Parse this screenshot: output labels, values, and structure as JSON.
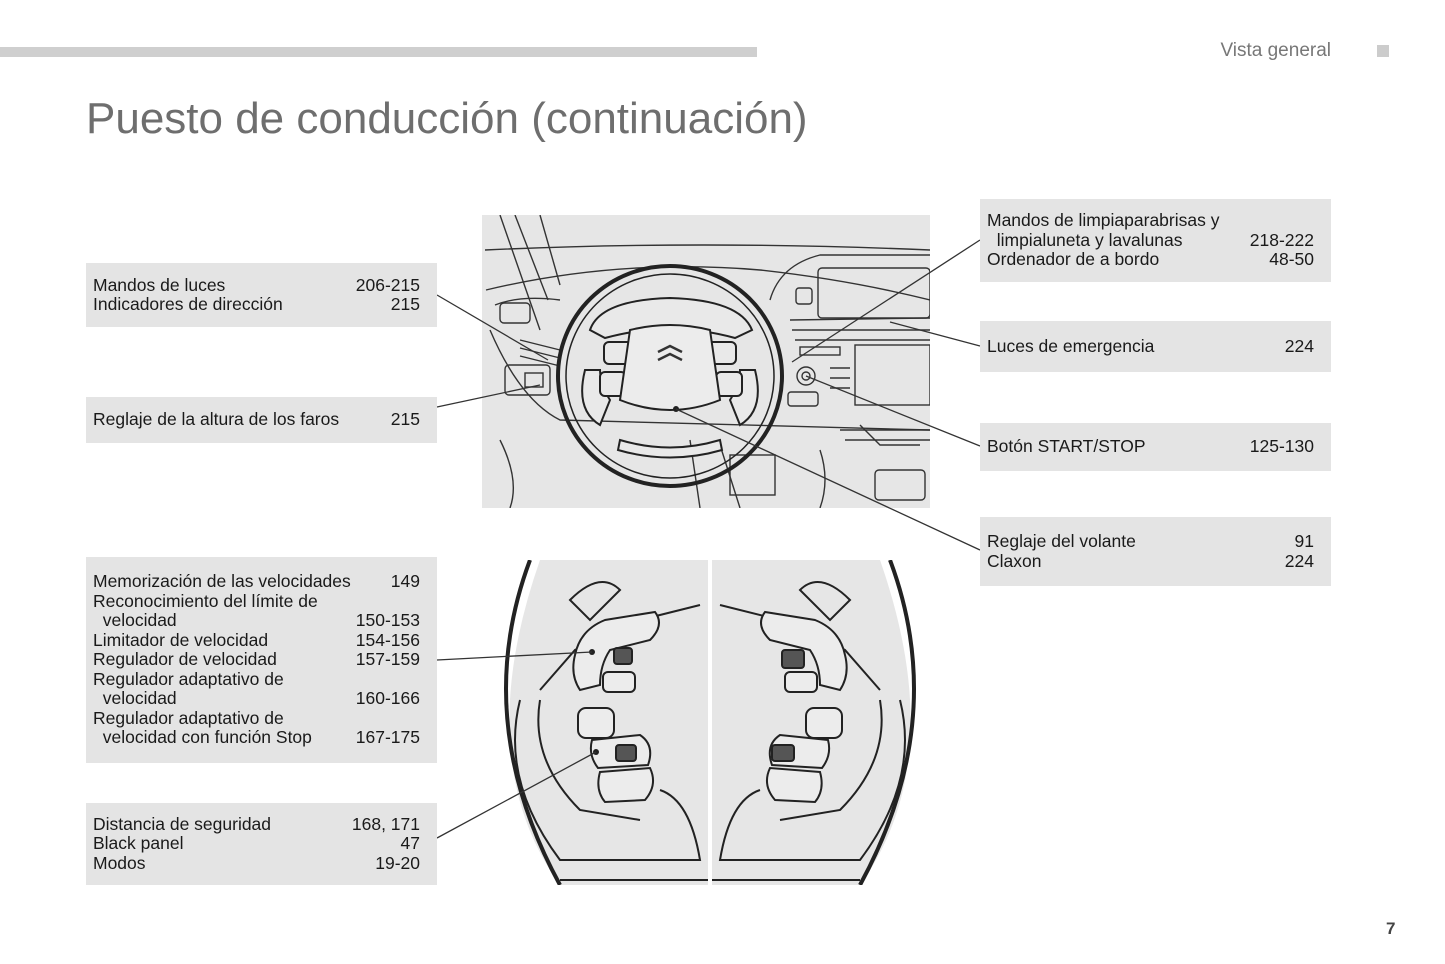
{
  "header": {
    "section": "Vista general"
  },
  "title": "Puesto de conducción (continuación)",
  "left_boxes": [
    {
      "rows": [
        {
          "label": "Mandos de luces",
          "page": "206-215"
        },
        {
          "label": "Indicadores de dirección",
          "page": "215"
        }
      ]
    },
    {
      "rows": [
        {
          "label": "Reglaje de la altura de los faros",
          "page": "215"
        }
      ]
    },
    {
      "rows": [
        {
          "label": "Memorización de las velocidades",
          "page": "149"
        },
        {
          "label": "Reconocimiento del límite de",
          "page": ""
        },
        {
          "label": "  velocidad",
          "page": "150-153"
        },
        {
          "label": "Limitador de velocidad",
          "page": "154-156"
        },
        {
          "label": "Regulador de velocidad",
          "page": "157-159"
        },
        {
          "label": "Regulador adaptativo de",
          "page": ""
        },
        {
          "label": "  velocidad",
          "page": "160-166"
        },
        {
          "label": "Regulador adaptativo de",
          "page": ""
        },
        {
          "label": "  velocidad con función Stop",
          "page": "167-175"
        }
      ]
    },
    {
      "rows": [
        {
          "label": "Distancia de seguridad",
          "page": "168, 171"
        },
        {
          "label": "Black panel",
          "page": "47"
        },
        {
          "label": "Modos",
          "page": "19-20"
        }
      ]
    }
  ],
  "right_boxes": [
    {
      "rows": [
        {
          "label": "Mandos de limpiaparabrisas y",
          "page": ""
        },
        {
          "label": "  limpialuneta y lavalunas",
          "page": "218-222"
        },
        {
          "label": "Ordenador de a bordo",
          "page": "48-50"
        }
      ]
    },
    {
      "rows": [
        {
          "label": "Luces de emergencia",
          "page": "224"
        }
      ]
    },
    {
      "rows": [
        {
          "label": "Botón START/STOP",
          "page": "125-130"
        }
      ]
    },
    {
      "rows": [
        {
          "label": "Reglaje del volante",
          "page": "91"
        },
        {
          "label": "Claxon",
          "page": "224"
        }
      ]
    }
  ],
  "page_number": "7"
}
